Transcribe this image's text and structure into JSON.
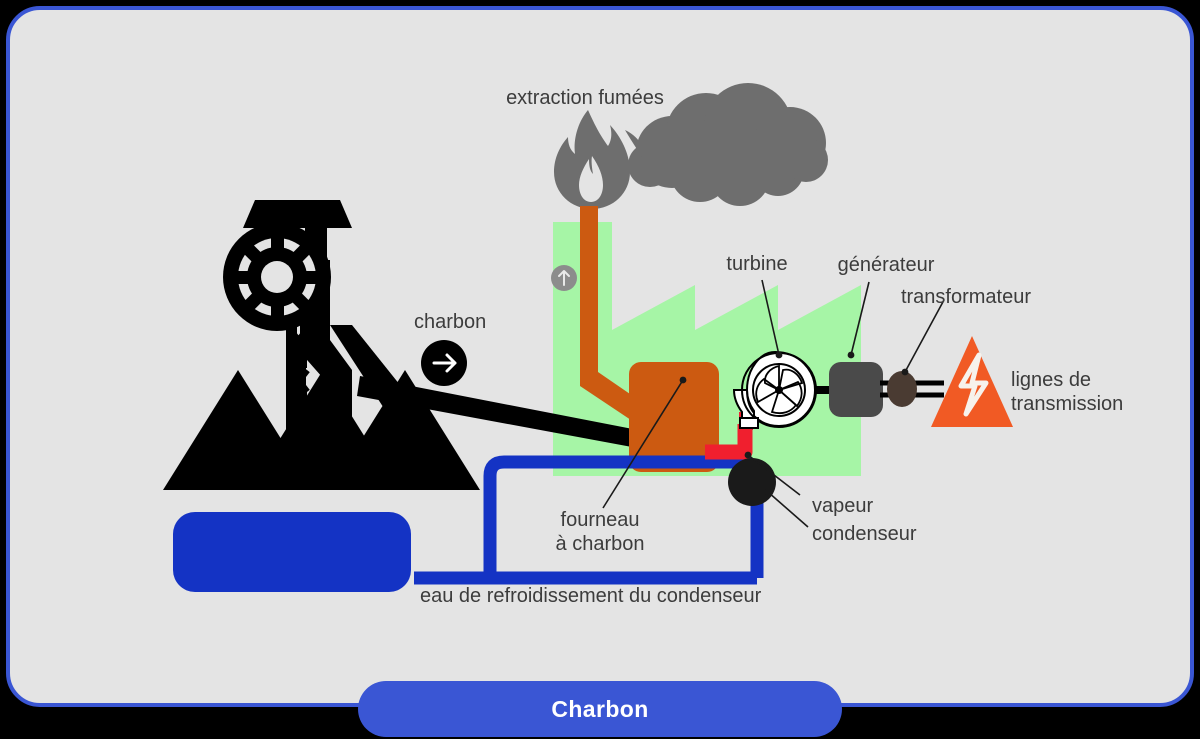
{
  "card": {
    "background_color": "#e4e4e4",
    "border_color": "#3a56d4",
    "page_background": "#000000"
  },
  "title_bar": {
    "label": "Charbon",
    "background_color": "#3a56d4",
    "text_color": "#ffffff"
  },
  "diagram": {
    "type": "coal power plant process diagram",
    "language": "fr",
    "text_color": "#3c3c3c",
    "labels": {
      "smoke": "extraction fumées",
      "coal": "charbon",
      "turbine": "turbine",
      "generator": "générateur",
      "transformer": "transformateur",
      "transmission_line1": "lignes de",
      "transmission_line2": "transmission",
      "furnace_line1": "fourneau",
      "furnace_line2": "à charbon",
      "steam": "vapeur",
      "condenser": "condenseur",
      "cooling_water": "eau de refroidissement du condenseur"
    },
    "icons": {
      "flame": "flame-icon",
      "smoke_cloud": "smoke-cloud-icon",
      "chimney_up_arrow": "arrow-up-icon",
      "coal_flow_arrow": "arrow-right-icon",
      "mine_headframe": "mine-headframe-icon",
      "coal_piles": "coal-pile-icon",
      "turbine": "turbine-icon",
      "generator": "generator-icon",
      "transformer": "transformer-icon",
      "lightning_triangle": "lightning-bolt-triangle-icon",
      "water_reservoir": "water-reservoir-icon",
      "condenser": "condenser-icon"
    },
    "colors": {
      "factory_green": "#a6f5a6",
      "furnace_orange": "#cc5a11",
      "coal_black": "#000000",
      "smoke_gray": "#6e6e6e",
      "steam_red": "#f01f2e",
      "water_blue": "#1433c4",
      "generator_gray": "#4a4a4a",
      "transformer_brown": "#4a3b32",
      "lightning_orange": "#f15a24",
      "chimney_arrow_gray": "#8c8c8c"
    }
  }
}
